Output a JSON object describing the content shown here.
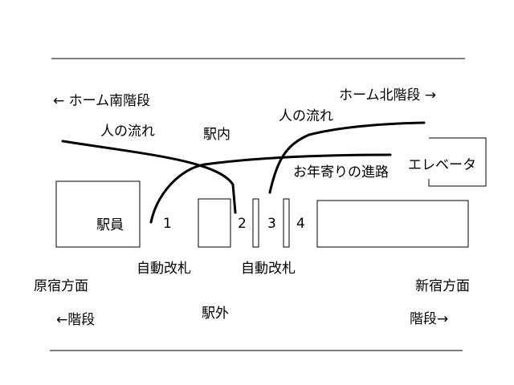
{
  "labels": {
    "platform_south_stairs": "← ホーム南階段",
    "platform_north_stairs": "ホーム北階段 →",
    "flow_left": "人の流れ",
    "flow_right": "人の流れ",
    "inside_station": "駅内",
    "elderly_path": "お年寄りの進路",
    "elevator": "エレベータ",
    "staff": "駅員",
    "gate_1": "1",
    "gate_2": "2",
    "gate_3": "3",
    "gate_4": "4",
    "ticket_gate_left": "自動改札",
    "ticket_gate_right": "自動改札",
    "harajuku_direction": "原宿方面",
    "shinjuku_direction": "新宿方面",
    "stairs_left": "←階段",
    "stairs_right": "階段→",
    "outside_station": "駅外"
  }
}
